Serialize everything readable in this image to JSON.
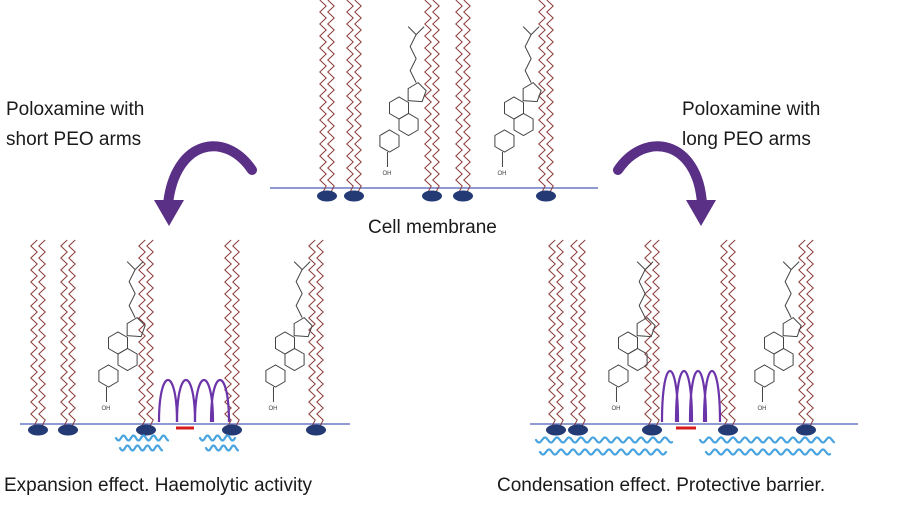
{
  "labels": {
    "short_arms": [
      "Poloxamine with",
      "short PEO arms"
    ],
    "long_arms": [
      "Poloxamine with",
      "long PEO arms"
    ],
    "membrane": "Cell membrane",
    "expansion": "Expansion effect. Haemolytic activity",
    "condensation": "Condensation effect. Protective barrier.",
    "oh": "OH"
  },
  "colors": {
    "lipid_tail": "#8b3a3a",
    "lipid_head": "#233a75",
    "membrane_line": "#6a78c4",
    "arrow": "#5a2f86",
    "peo_chain": "#49a4e0",
    "poloxamine_loop": "#6b34a8",
    "core": "#d81b1b",
    "cholesterol": "#444444"
  }
}
